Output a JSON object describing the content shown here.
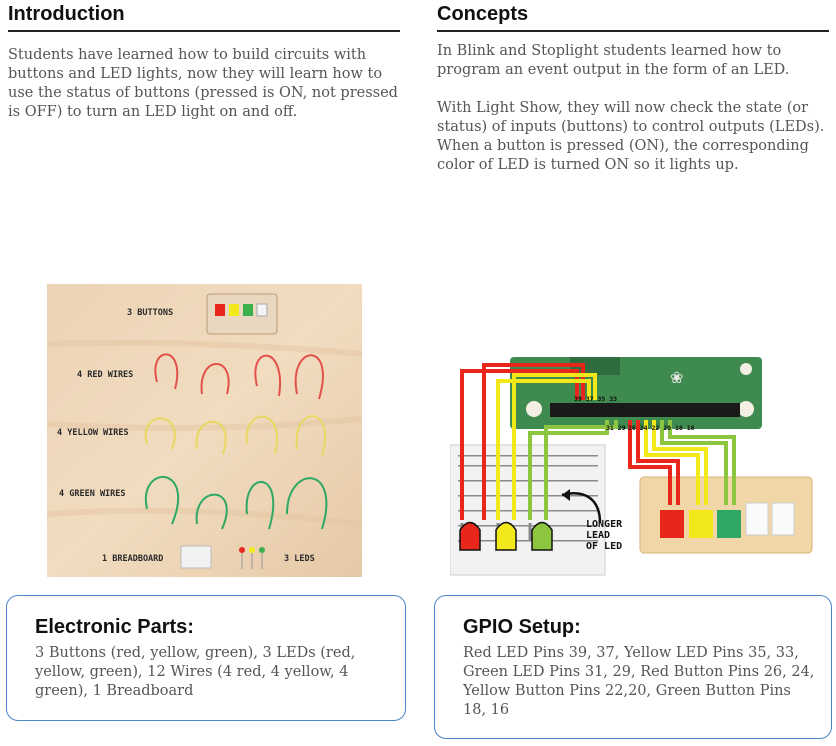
{
  "introduction": {
    "title": "Introduction",
    "body": "Students have learned how to build circuits with buttons and LED lights, now they will learn how to use the status of buttons (pressed is ON, not pressed is OFF) to turn an LED light on and off."
  },
  "concepts": {
    "title": "Concepts",
    "paragraph1": "In Blink and Stoplight students learned how to program an event output in the form of an LED.",
    "paragraph2": "With Light Show, they will now check the state (or status) of inputs (buttons) to control outputs (LEDs).  When a button is pressed (ON), the corresponding color of LED is turned ON so it lights up."
  },
  "parts_photo": {
    "labels": {
      "buttons": "3 BUTTONS",
      "red_wires": "4 RED WIRES",
      "yellow_wires": "4 YELLOW WIRES",
      "green_wires": "4 GREEN WIRES",
      "breadboard": "1 BREADBOARD",
      "leds": "3 LEDS"
    }
  },
  "gpio_diagram": {
    "pin_labels_top": "39 37 35 33",
    "pin_labels_mid": "31 29",
    "pin_labels_right": "26 24 22 20 18 16",
    "longer_lead_note": [
      "LONGER",
      "LEAD",
      "OF LED"
    ],
    "colors": {
      "red": "#e8261c",
      "yellow": "#f2e81a",
      "green": "#8cc63f",
      "board": "#3e8a4f"
    }
  },
  "electronic_parts": {
    "title": "Electronic Parts:",
    "body": "3 Buttons (red, yellow, green), 3 LEDs (red, yellow, green), 12 Wires (4 red, 4 yellow, 4 green), 1 Breadboard"
  },
  "gpio_setup": {
    "title": "GPIO Setup:",
    "body": "Red LED Pins 39, 37, Yellow LED Pins 35, 33, Green LED Pins 31, 29, Red Button Pins 26, 24, Yellow Button Pins 22,20, Green Button Pins 18, 16"
  }
}
